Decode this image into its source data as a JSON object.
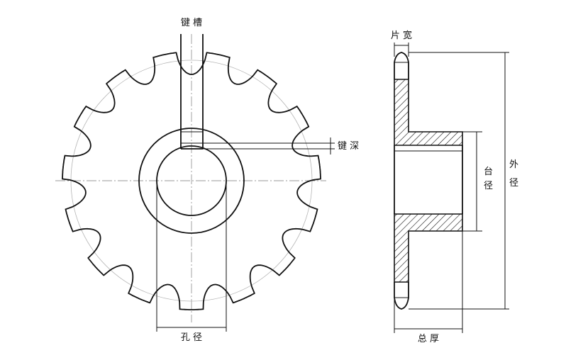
{
  "labels": {
    "keyway": "键 槽",
    "key_depth": "键 深",
    "bore": "孔 径",
    "plate_width": "片 宽",
    "hub_diameter": [
      "台",
      "径"
    ],
    "outer_diameter": [
      "外",
      "径"
    ],
    "total_thickness": "总 厚"
  },
  "colors": {
    "line": "#111111",
    "centerline": "#9a9a9a",
    "hatch": "#111111"
  },
  "sprocket": {
    "teeth": 15
  }
}
